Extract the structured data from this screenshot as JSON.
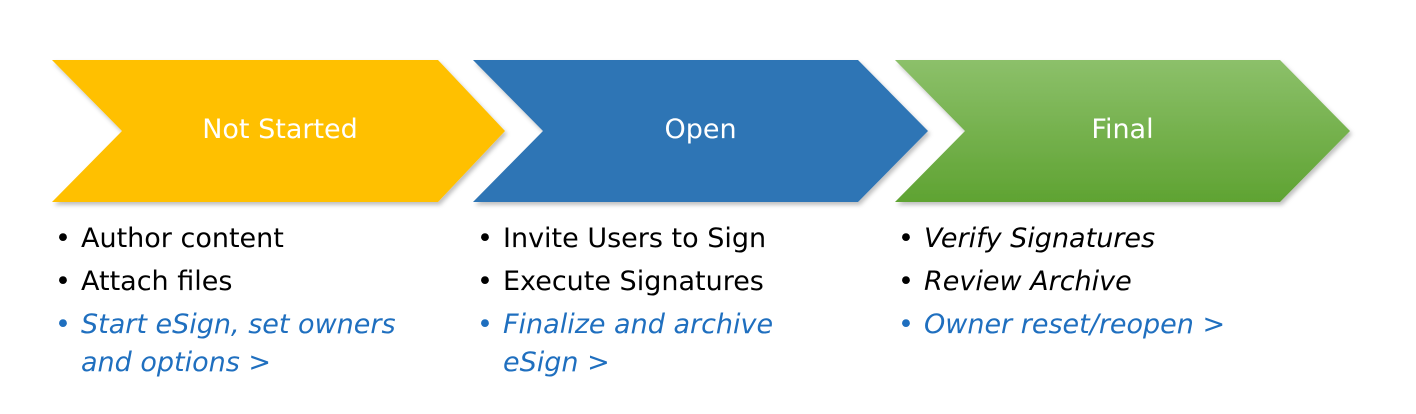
{
  "stages": [
    {
      "label": "Not Started",
      "color": "#FFC000",
      "items": [
        {
          "text": "Author content",
          "style": "normal"
        },
        {
          "text": "Attach files",
          "style": "normal"
        },
        {
          "text": "Start eSign, set owners and options >",
          "style": "link"
        }
      ]
    },
    {
      "label": "Open",
      "color": "#2E74B5",
      "items": [
        {
          "text": "Invite Users to Sign",
          "style": "normal"
        },
        {
          "text": "Execute Signatures",
          "style": "normal"
        },
        {
          "text": "Finalize and archive eSign >",
          "style": "link"
        }
      ]
    },
    {
      "label": "Final",
      "color": "#70AD47",
      "items": [
        {
          "text": "Verify Signatures",
          "style": "italic"
        },
        {
          "text": "Review Archive",
          "style": "italic"
        },
        {
          "text": "Owner reset/reopen >",
          "style": "link"
        }
      ]
    }
  ],
  "bullet_char": "•",
  "link_color": "#1F6FBF"
}
